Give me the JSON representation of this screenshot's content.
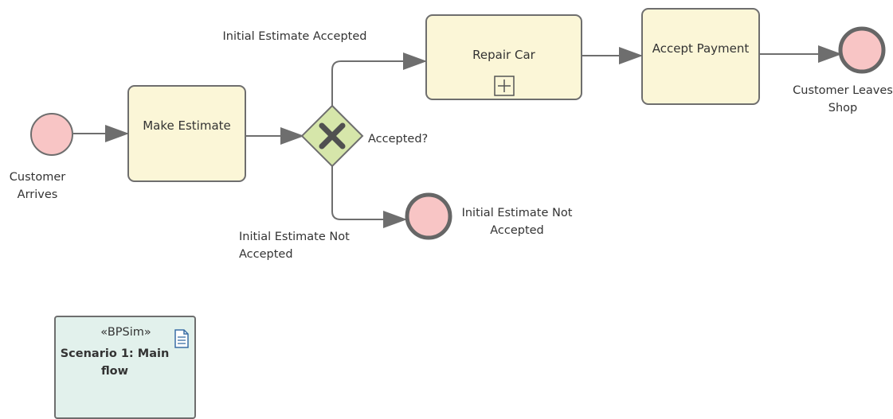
{
  "colors": {
    "task_fill": "#fbf6d7",
    "task_stroke": "#6e6e6e",
    "event_fill": "#f8c5c5",
    "gateway_fill": "#d6e6aa",
    "artifact_fill": "#e2f1ec",
    "connector": "#6e6e6e"
  },
  "events": {
    "start": {
      "label": "Customer\nArrives"
    },
    "end_shop": {
      "label": "Customer Leaves\nShop"
    },
    "end_not_accepted": {
      "label": "Initial Estimate Not\nAccepted"
    }
  },
  "tasks": {
    "make_estimate": {
      "label": "Make Estimate"
    },
    "repair_car": {
      "label": "Repair Car",
      "marker": "subprocess-marker-icon"
    },
    "accept_payment": {
      "label": "Accept Payment"
    }
  },
  "gateway": {
    "label": "Accepted?",
    "type": "exclusive",
    "icon": "x-icon"
  },
  "flows": {
    "accepted": {
      "label": "Initial Estimate Accepted"
    },
    "not_accepted": {
      "label": "Initial Estimate Not\nAccepted"
    }
  },
  "artifact": {
    "stereotype": "«BPSim»",
    "name": "Scenario 1: Main\nflow",
    "icon": "document-icon"
  }
}
